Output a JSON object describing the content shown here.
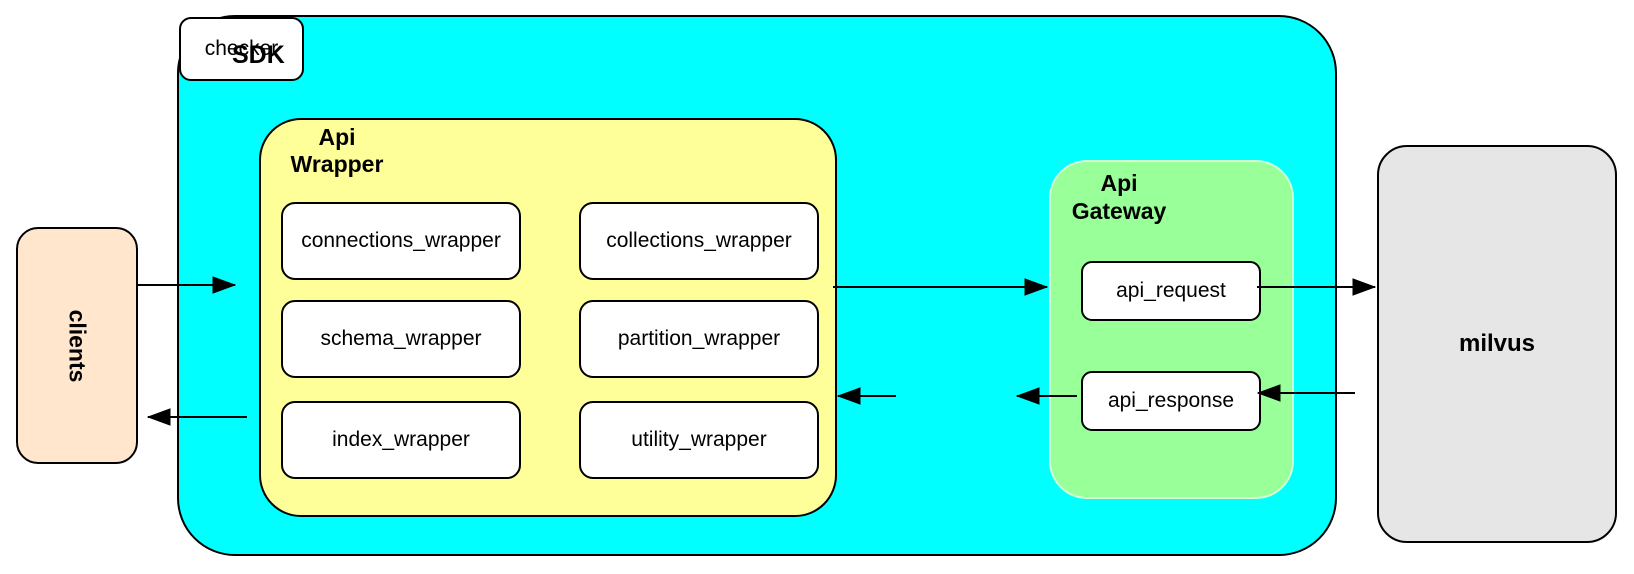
{
  "diagram": {
    "colors": {
      "sdk-fill": "#00FFFF",
      "wrapper-fill": "#FFFF99",
      "gateway-fill": "#99FF99",
      "clients-fill": "#FFE6CC",
      "milvus-fill": "#E6E6E6",
      "node-fill": "#FFFFFF",
      "stroke": "#000000"
    },
    "clients": {
      "label": "clients"
    },
    "sdk": {
      "label": "SDK",
      "api_wrapper": {
        "title_lines": [
          "Api",
          "Wrapper"
        ],
        "modules": [
          "connections_wrapper",
          "collections_wrapper",
          "schema_wrapper",
          "partition_wrapper",
          "index_wrapper",
          "utility_wrapper"
        ]
      },
      "checker": {
        "label": "checker"
      },
      "api_gateway": {
        "title_lines": [
          "Api",
          "Gateway"
        ],
        "nodes": [
          "api_request",
          "api_response"
        ]
      }
    },
    "milvus": {
      "label": "milvus"
    }
  }
}
